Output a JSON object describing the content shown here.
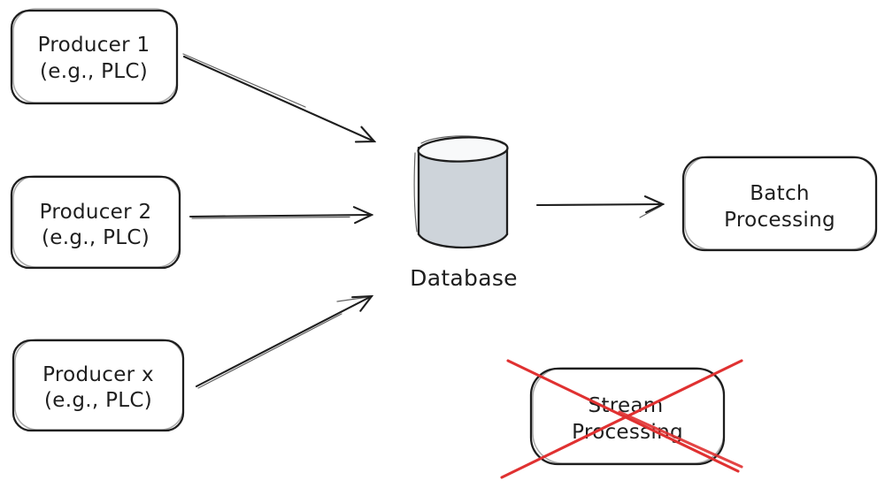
{
  "diagram": {
    "colors": {
      "background": "#ffffff",
      "stroke": "#1e1e1e",
      "database_fill": "#ced4da",
      "database_top_fill": "#f8f9fa",
      "cross_red": "#e03131"
    },
    "nodes": {
      "producer1": {
        "line1": "Producer 1",
        "line2": "(e.g., PLC)"
      },
      "producer2": {
        "line1": "Producer 2",
        "line2": "(e.g., PLC)"
      },
      "producer_x": {
        "line1": "Producer x",
        "line2": "(e.g., PLC)"
      },
      "database": {
        "label": "Database",
        "shape": "cylinder"
      },
      "batch_processing": {
        "line1": "Batch",
        "line2": "Processing"
      },
      "stream_processing": {
        "line1": "Stream",
        "line2": "Processing",
        "crossed_out": true
      }
    },
    "edges": [
      {
        "from": "Producer 1 (e.g., PLC)",
        "to": "Database"
      },
      {
        "from": "Producer 2 (e.g., PLC)",
        "to": "Database"
      },
      {
        "from": "Producer x (e.g., PLC)",
        "to": "Database"
      },
      {
        "from": "Database",
        "to": "Batch Processing"
      }
    ]
  }
}
